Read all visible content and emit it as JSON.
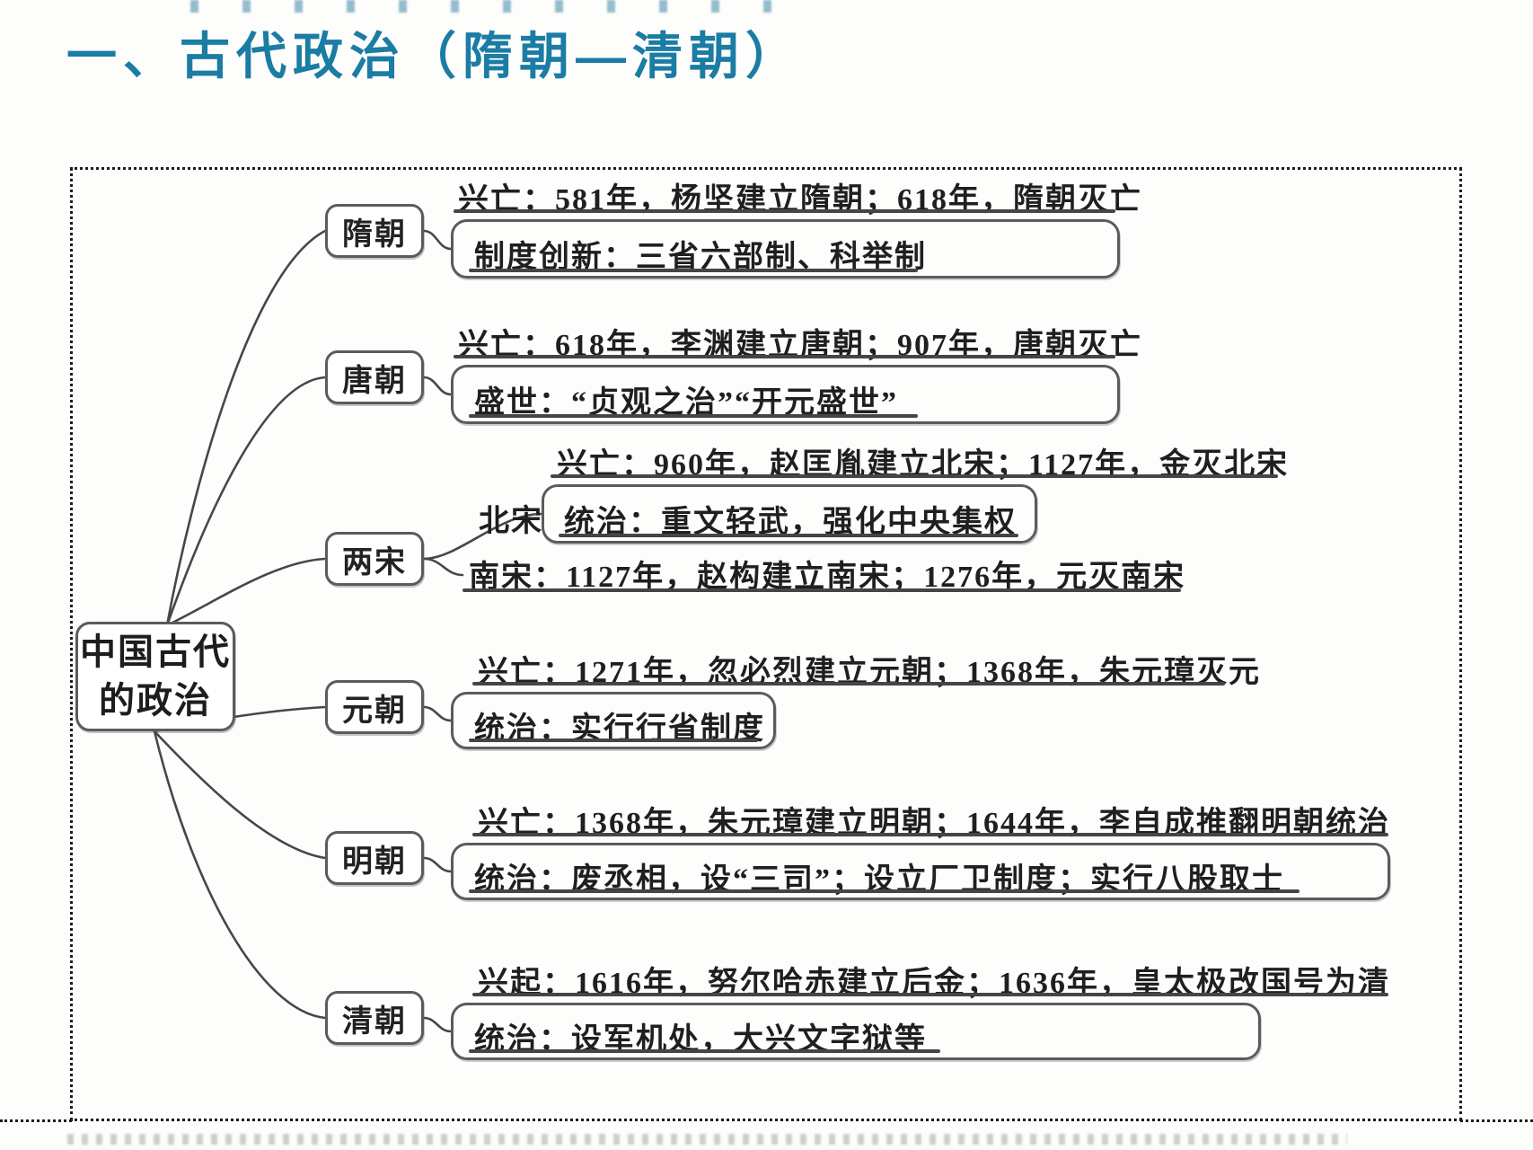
{
  "page_title": "一、古代政治（隋朝—清朝）",
  "colors": {
    "title_teal": "#1b7ca4",
    "line_gray": "#5b5b5b",
    "text_black": "#1f1f1f"
  },
  "root": {
    "label_line1": "中国古代",
    "label_line2": "的政治"
  },
  "branches": [
    {
      "dynasty": "隋朝",
      "line1": "兴亡：581年，杨坚建立隋朝；618年，隋朝灭亡",
      "line2": "制度创新：三省六部制、科举制"
    },
    {
      "dynasty": "唐朝",
      "line1": "兴亡：618年，李渊建立唐朝；907年，唐朝灭亡",
      "line2": "盛世：“贞观之治”“开元盛世”"
    },
    {
      "dynasty": "两宋",
      "sub_label": "北宋",
      "line1": "兴亡：960年，赵匡胤建立北宋；1127年，金灭北宋",
      "line2": "统治：重文轻武，强化中央集权",
      "line3": "南宋：1127年，赵构建立南宋；1276年，元灭南宋"
    },
    {
      "dynasty": "元朝",
      "line1": "兴亡：1271年，忽必烈建立元朝；1368年，朱元璋灭元",
      "line2": "统治：实行行省制度"
    },
    {
      "dynasty": "明朝",
      "line1": "兴亡：1368年，朱元璋建立明朝；1644年，李自成推翻明朝统治",
      "line2": "统治：废丞相，设“三司”；设立厂卫制度；实行八股取士"
    },
    {
      "dynasty": "清朝",
      "line1": "兴起：1616年，努尔哈赤建立后金；1636年，皇太极改国号为清",
      "line2": "统治：设军机处，大兴文字狱等"
    }
  ]
}
